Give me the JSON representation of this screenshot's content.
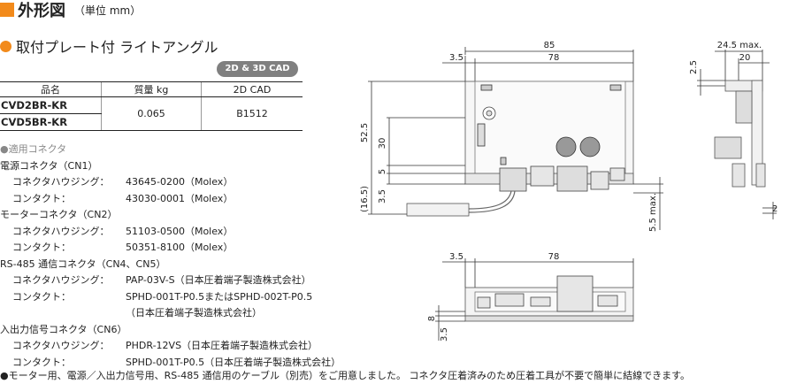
{
  "header": {
    "title": "外形図",
    "unit": "（単位 mm）"
  },
  "section": {
    "title": "取付プレート付 ライトアングル"
  },
  "cad_badge": "2D & 3D CAD",
  "table": {
    "headers": [
      "品名",
      "質量 kg",
      "2D CAD"
    ],
    "models": [
      "CVD2BR-KR",
      "CVD5BR-KR"
    ],
    "mass": "0.065",
    "cad": "B1512"
  },
  "connectors": {
    "heading": "●適用コネクタ",
    "power": {
      "title": "電源コネクタ（CN1）",
      "housing_label": "コネクタハウジング：",
      "housing_value": "43645-0200（Molex）",
      "contact_label": "コンタクト：",
      "contact_value": "43030-0001（Molex）"
    },
    "motor": {
      "title": "モーターコネクタ（CN2）",
      "housing_label": "コネクタハウジング：",
      "housing_value": "51103-0500（Molex）",
      "contact_label": "コンタクト：",
      "contact_value": "50351-8100（Molex）"
    },
    "rs485": {
      "title": "RS-485 通信コネクタ（CN4、CN5）",
      "housing_label": "コネクタハウジング：",
      "housing_value": "PAP-03V-S（日本圧着端子製造株式会社）",
      "contact_label": "コンタクト：",
      "contact_value": "SPHD-001T-P0.5またはSPHD-002T-P0.5",
      "contact_value2": "（日本圧着端子製造株式会社）"
    },
    "io": {
      "title": "入出力信号コネクタ（CN6）",
      "housing_label": "コネクタハウジング：",
      "housing_value": "PHDR-12VS（日本圧着端子製造株式会社）",
      "contact_label": "コンタクト：",
      "contact_value": "SPHD-001T-P0.5（日本圧着端子製造株式会社）"
    }
  },
  "footer": "●モーター用、電源／入出力信号用、RS-485 通信用のケーブル（別売）をご用意しました。 コネクタ圧着済みのため圧着工具が不要で簡単に結線できます。",
  "dimensions": {
    "top_total": "85",
    "top_offset": "3.5",
    "top_width": "78",
    "height_total": "52.5",
    "height_30": "30",
    "height_16_5": "(16.5)",
    "height_5": "5",
    "height_3_5": "3.5",
    "max_5_5": "5.5 max.",
    "side_max": "24.5 max.",
    "side_20": "20",
    "side_2_5": "2.5",
    "side_2": "2",
    "bottom_offset": "3.5",
    "bottom_width": "78",
    "bottom_8": "8",
    "bottom_3_5": "3.5"
  }
}
